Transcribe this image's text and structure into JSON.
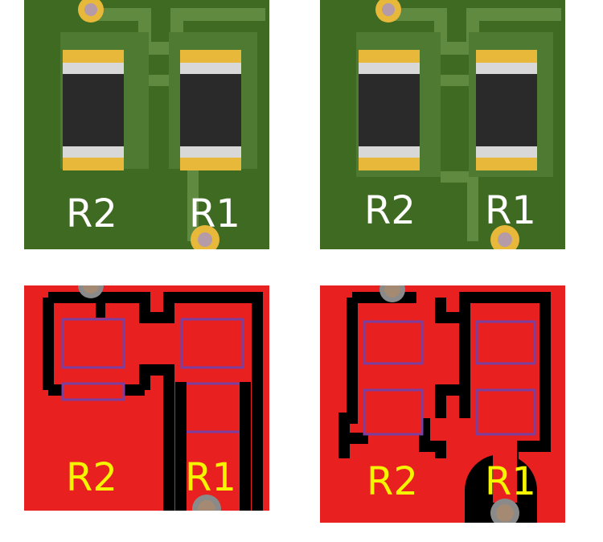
{
  "panels": {
    "top_left": {
      "kind": "3d-render",
      "labels": [
        "R2",
        "R1"
      ]
    },
    "top_right": {
      "kind": "3d-render",
      "labels": [
        "R2",
        "R1"
      ]
    },
    "bottom_left": {
      "kind": "2d-layout",
      "labels": [
        "R2",
        "R1"
      ]
    },
    "bottom_right": {
      "kind": "2d-layout",
      "labels": [
        "R2",
        "R1"
      ]
    }
  },
  "colors": {
    "board_green": "#3f6a22",
    "trace_green": "#5f8a40",
    "pad_gold": "#e8b83a",
    "resistor_body": "#2a2a2a",
    "end_cap": "#d8d8d8",
    "copper_red": "#e8201f",
    "clearance_black": "#000000",
    "pad_outline_purple": "#7a3fa0",
    "via_ring": "#8a8a8a",
    "silk_white": "#ffffff",
    "silk_yellow": "#f5f500"
  }
}
